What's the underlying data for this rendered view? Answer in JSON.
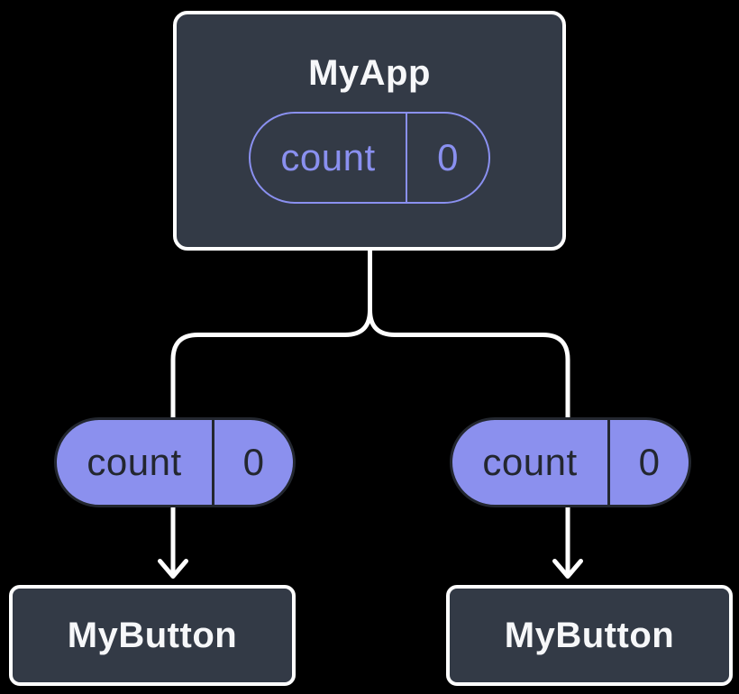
{
  "diagram": {
    "background_color": "#000000",
    "colors": {
      "node_fill": "#333A46",
      "node_border": "#FFFFFF",
      "node_text": "#F6F7F9",
      "state_pill_accent": "#8A90F0",
      "prop_pill_fill": "#8B90EE",
      "prop_pill_text": "#23272F",
      "connector_line": "#FFFFFF"
    },
    "root": {
      "title": "MyApp",
      "state": {
        "name": "count",
        "value": "0"
      }
    },
    "children": [
      {
        "title": "MyButton",
        "prop": {
          "name": "count",
          "value": "0"
        }
      },
      {
        "title": "MyButton",
        "prop": {
          "name": "count",
          "value": "0"
        }
      }
    ]
  }
}
